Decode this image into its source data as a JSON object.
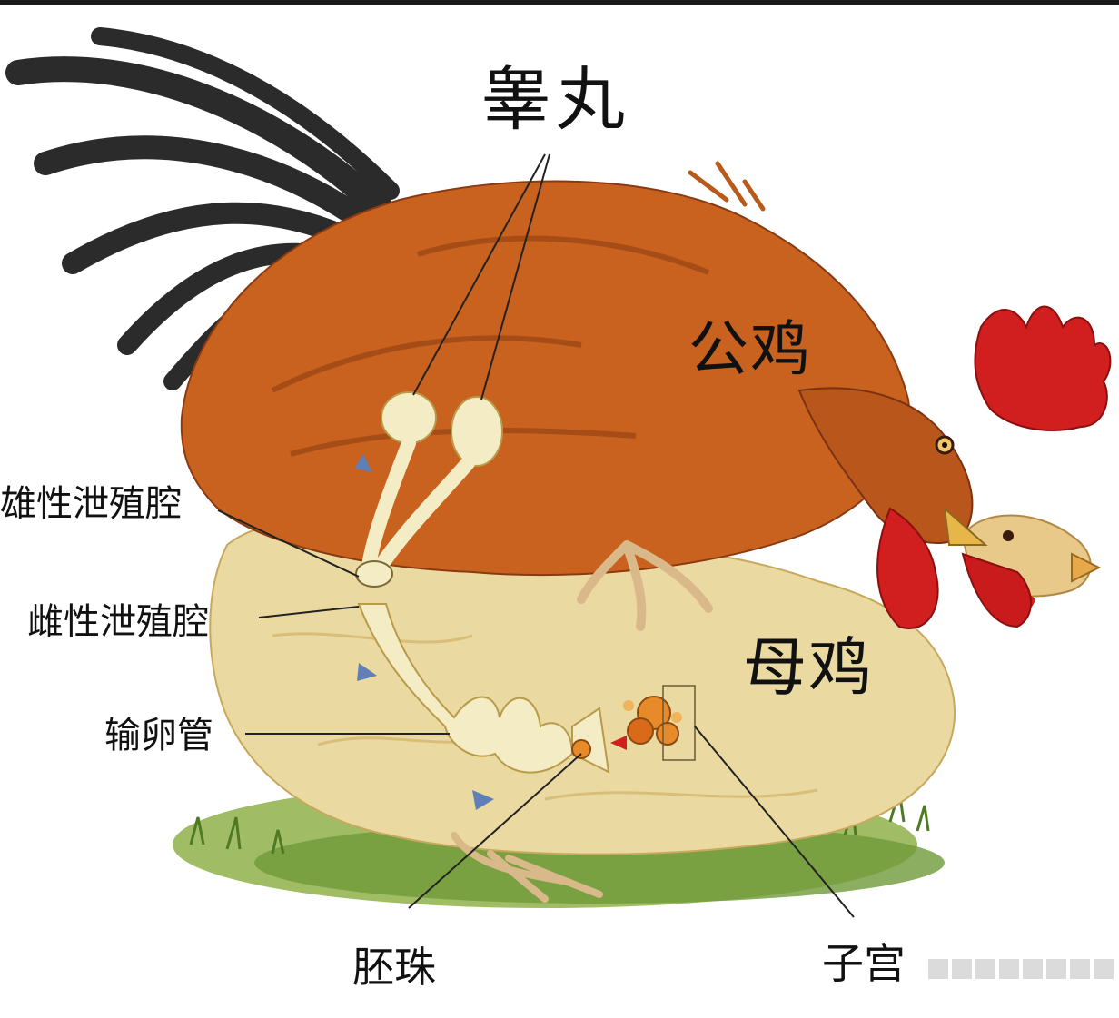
{
  "labels": {
    "testis": "睾丸",
    "rooster": "公鸡",
    "hen": "母鸡",
    "male_cloaca": "雄性泄殖腔",
    "female_cloaca": "雌性泄殖腔",
    "oviduct": "输卵管",
    "blastodisc": "胚珠",
    "uterus": "子宫"
  },
  "colors": {
    "rooster_body": "#c8621e",
    "rooster_dark": "#8a3a12",
    "tail_feathers": "#2b2b2b",
    "hen_body": "#ead9a0",
    "comb": "#d11f1f",
    "grass": "#6f9a3a",
    "organ": "#f3ecc4",
    "egg_yolk": "#e78a2a"
  }
}
